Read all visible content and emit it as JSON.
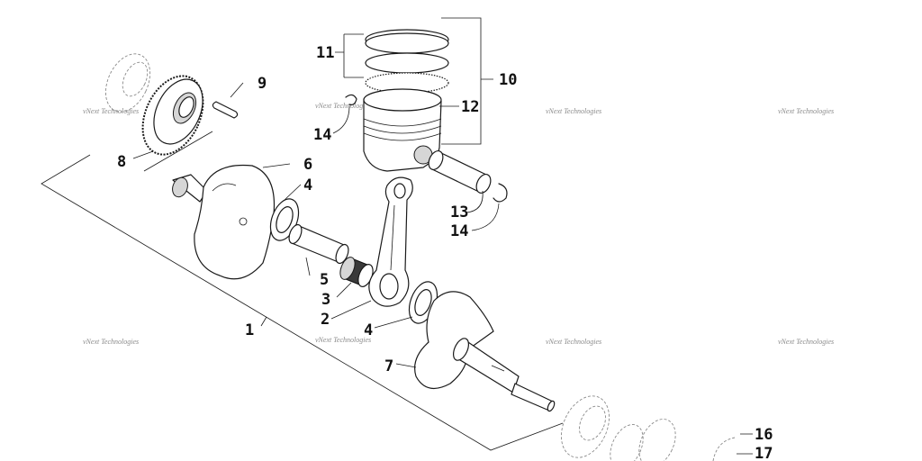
{
  "callouts": {
    "c1": "1",
    "c2": "2",
    "c3": "3",
    "c4a": "4",
    "c4b": "4",
    "c5": "5",
    "c6": "6",
    "c7": "7",
    "c8": "8",
    "c9": "9",
    "c10": "10",
    "c11": "11",
    "c12": "12",
    "c13": "13",
    "c14a": "14",
    "c14b": "14",
    "c16": "16",
    "c17": "17"
  },
  "watermark": "vNext Technologies"
}
